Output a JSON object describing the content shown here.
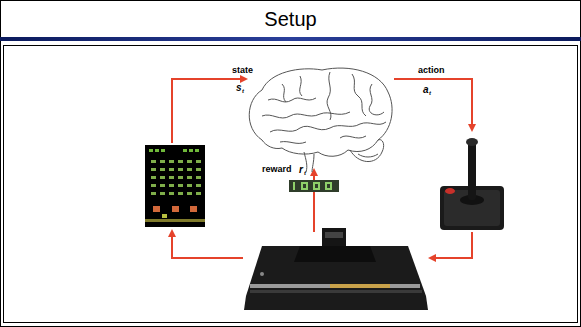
{
  "diagram": {
    "title": "Setup",
    "labels": [
      "state",
      "s",
      "t",
      "action",
      "a",
      "t",
      "reward",
      "r",
      "t"
    ]
  }
}
